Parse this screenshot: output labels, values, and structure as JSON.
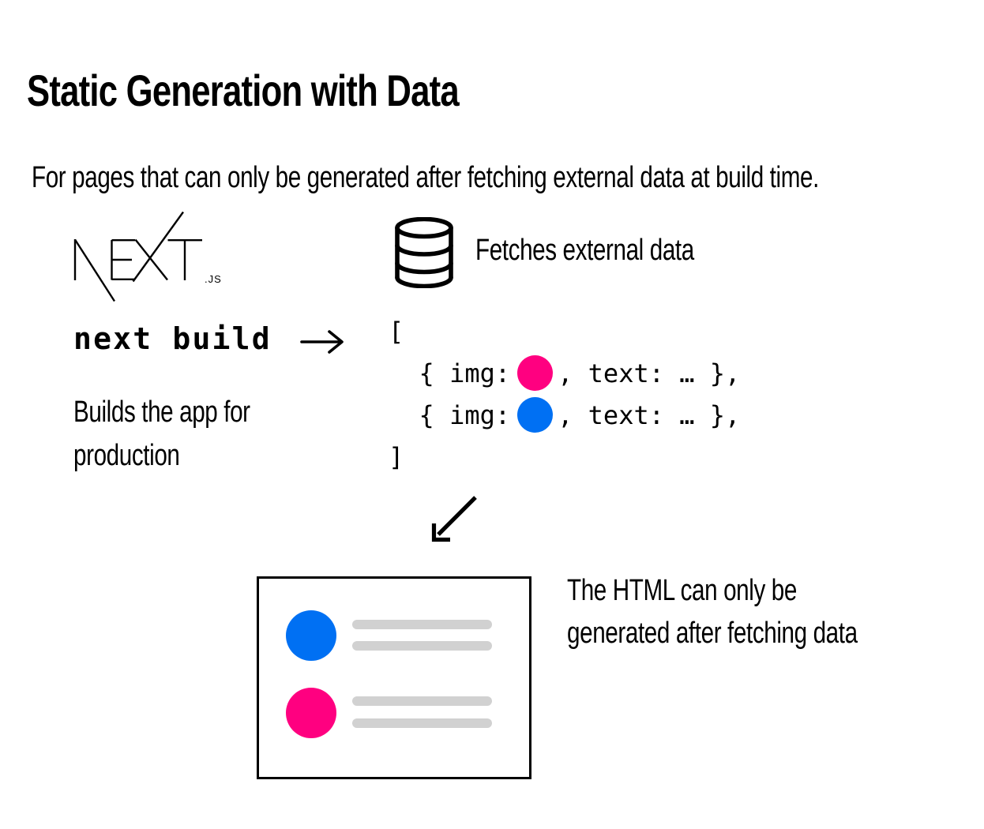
{
  "header": {
    "title": "Static Generation with Data",
    "subtitle": "For pages that can only be generated after fetching external data at build time."
  },
  "build": {
    "logo_wordmark": "NEXT",
    "logo_suffix": ".JS",
    "command": "next build",
    "description_lines": [
      "Builds the app for",
      "production"
    ]
  },
  "fetch": {
    "icon": "database-icon",
    "label": "Fetches external data",
    "code": {
      "open_bracket": "[",
      "items": [
        {
          "prefix": "{ img:",
          "img": "pink-circle",
          "suffix": ", text: … },"
        },
        {
          "prefix": "{ img:",
          "img": "blue-circle",
          "suffix": ", text: … },"
        }
      ],
      "close_bracket": "]"
    }
  },
  "result": {
    "caption_lines": [
      "The HTML can only be",
      "generated after fetching data"
    ],
    "preview_rows": [
      {
        "avatar": "blue-circle",
        "text_bars": 2
      },
      {
        "avatar": "pink-circle",
        "text_bars": 2
      }
    ]
  },
  "colors": {
    "pink": "#FF0080",
    "blue": "#0070F3",
    "bar_gray": "#D1D1D1",
    "ink": "#000000"
  }
}
